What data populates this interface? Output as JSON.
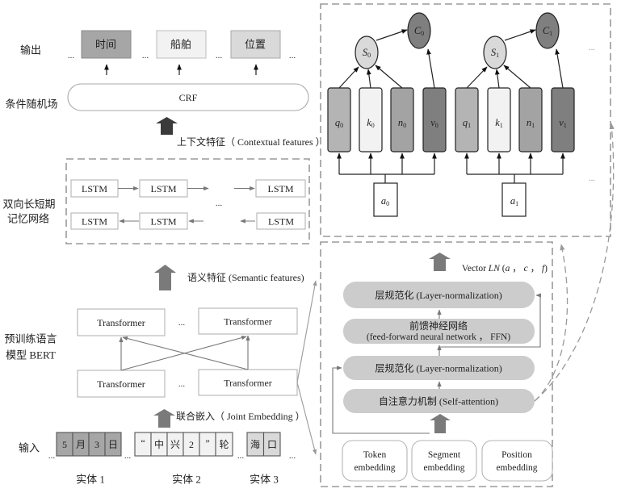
{
  "colors": {
    "output_time": "#a6a6a6",
    "output_ship": "#f2f2f2",
    "output_position": "#d9d9d9",
    "entity1": "#a6a6a6",
    "entity2": "#f2f2f2",
    "entity3": "#d9d9d9",
    "q": "#b4b4b4",
    "k": "#f2f2f2",
    "n": "#a3a3a3",
    "v": "#7f7f7f",
    "s_node": "#d9d9d9",
    "c_node": "#7f7f7f",
    "encoder_layer": "#cccccc",
    "arrow_dark": "#3a3a3a",
    "arrow_gray": "#7a7a7a"
  },
  "left_labels": {
    "output": "输出",
    "crf": "条件随机场",
    "bilstm_line1": "双向长短期",
    "bilstm_line2": "记忆网络",
    "bert_line1": "预训练语言",
    "bert_line2": "模型 BERT",
    "input": "输入"
  },
  "output_layer": {
    "tags": [
      "时间",
      "船舶",
      "位置"
    ],
    "ellipsis": "..."
  },
  "crf": {
    "label": "CRF"
  },
  "contextual_features": "上下文特征（ Contextual features ）",
  "bilstm": {
    "forward": [
      "LSTM",
      "LSTM",
      "LSTM"
    ],
    "backward": [
      "LSTM",
      "LSTM",
      "LSTM"
    ],
    "ellipsis": "..."
  },
  "semantic_features": "语义特征 (Semantic features)",
  "bert": {
    "top": [
      "Transformer",
      "Transformer"
    ],
    "bottom": [
      "Transformer",
      "Transformer"
    ],
    "ellipsis": "..."
  },
  "joint_embedding": "联合嵌入（ Joint Embedding ）",
  "input_layer": {
    "entities": [
      {
        "chars": [
          "5",
          "月",
          "3",
          "日"
        ],
        "label": "实体 1"
      },
      {
        "chars": [
          "“",
          "中",
          "兴",
          "2",
          "”",
          "轮"
        ],
        "label": "实体 2"
      },
      {
        "chars": [
          "海",
          "口"
        ],
        "label": "实体 3"
      }
    ],
    "ellipsis": "..."
  },
  "attention_detail": {
    "groups": [
      {
        "bars": [
          {
            "sym": "q",
            "sub": "0"
          },
          {
            "sym": "k",
            "sub": "0"
          },
          {
            "sym": "n",
            "sub": "0"
          },
          {
            "sym": "v",
            "sub": "0"
          }
        ],
        "s": {
          "sym": "S",
          "sub": "0"
        },
        "c": {
          "sym": "C",
          "sub": "0"
        },
        "a": {
          "sym": "a",
          "sub": "0"
        }
      },
      {
        "bars": [
          {
            "sym": "q",
            "sub": "1"
          },
          {
            "sym": "k",
            "sub": "1"
          },
          {
            "sym": "n",
            "sub": "1"
          },
          {
            "sym": "v",
            "sub": "1"
          }
        ],
        "s": {
          "sym": "S",
          "sub": "1"
        },
        "c": {
          "sym": "C",
          "sub": "1"
        },
        "a": {
          "sym": "a",
          "sub": "1"
        }
      }
    ],
    "ellipsis": "..."
  },
  "encoder": {
    "vector": {
      "prefix": "Vector ",
      "fn": "LN",
      "open": " (",
      "arg_a": "a",
      "sep1": " ， ",
      "arg_c": "c",
      "sep2": " ， ",
      "arg_f": "f",
      "close": ")"
    },
    "layers": [
      {
        "line1": "层规范化 (Layer-normalization)"
      },
      {
        "line1": "前馈神经网络",
        "line2": "(feed-forward neural network ， FFN)"
      },
      {
        "line1": "层规范化 (Layer-normalization)"
      },
      {
        "line1": "自注意力机制 (Self-attention)"
      }
    ],
    "embeddings": [
      {
        "line1": "Token",
        "line2": "embedding"
      },
      {
        "line1": "Segment",
        "line2": "embedding"
      },
      {
        "line1": "Position",
        "line2": "embedding"
      }
    ]
  }
}
